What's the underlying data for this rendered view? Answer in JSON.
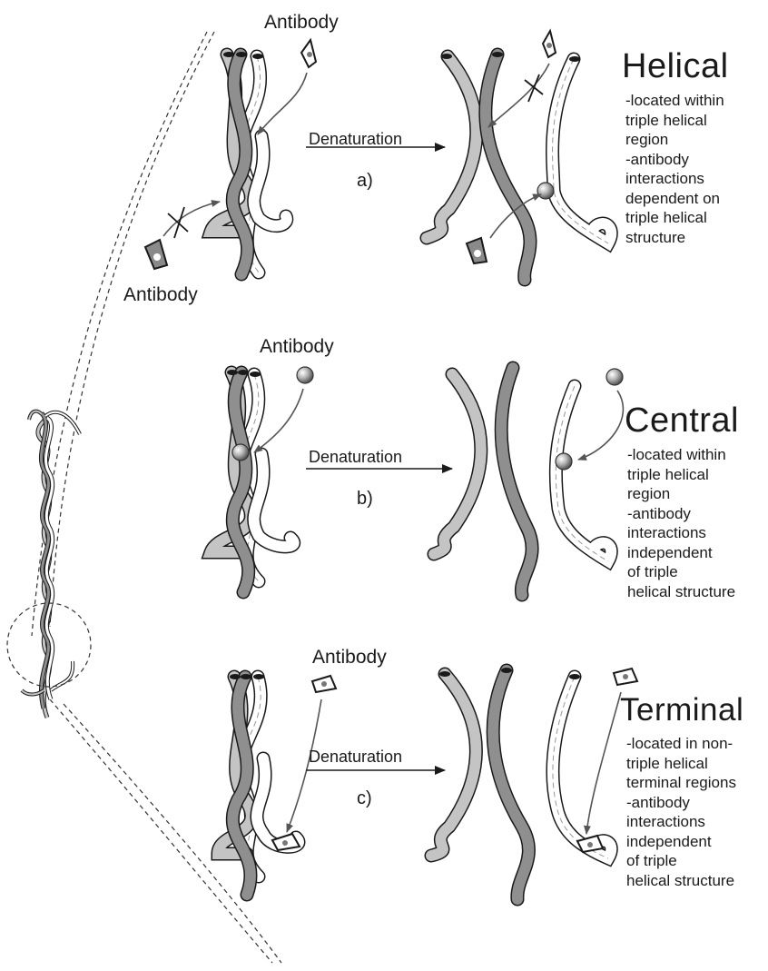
{
  "panels": [
    {
      "step": "a)",
      "process": "Denaturation",
      "title": "Helical",
      "antibody_labels": [
        "Antibody",
        "Antibody"
      ],
      "description": [
        "-located within",
        "triple helical",
        "region",
        "-antibody",
        "interactions",
        "dependent on",
        "triple helical",
        "structure"
      ]
    },
    {
      "step": "b)",
      "process": "Denaturation",
      "title": "Central",
      "antibody_labels": [
        "Antibody"
      ],
      "description": [
        "-located within",
        "triple helical",
        "region",
        "-antibody",
        "interactions",
        "independent",
        "of triple",
        "helical structure"
      ]
    },
    {
      "step": "c)",
      "process": "Denaturation",
      "title": "Terminal",
      "antibody_labels": [
        "Antibody"
      ],
      "description": [
        "-located in non-",
        "triple helical",
        "terminal regions",
        "-antibody",
        "interactions",
        "independent",
        "of triple",
        "helical structure"
      ]
    }
  ],
  "colors": {
    "light_strand": "#c4c4c4",
    "dark_strand": "#8f8f8f",
    "white_strand": "#ffffff",
    "outline": "#1a1a1a",
    "arrow": "#555555"
  }
}
